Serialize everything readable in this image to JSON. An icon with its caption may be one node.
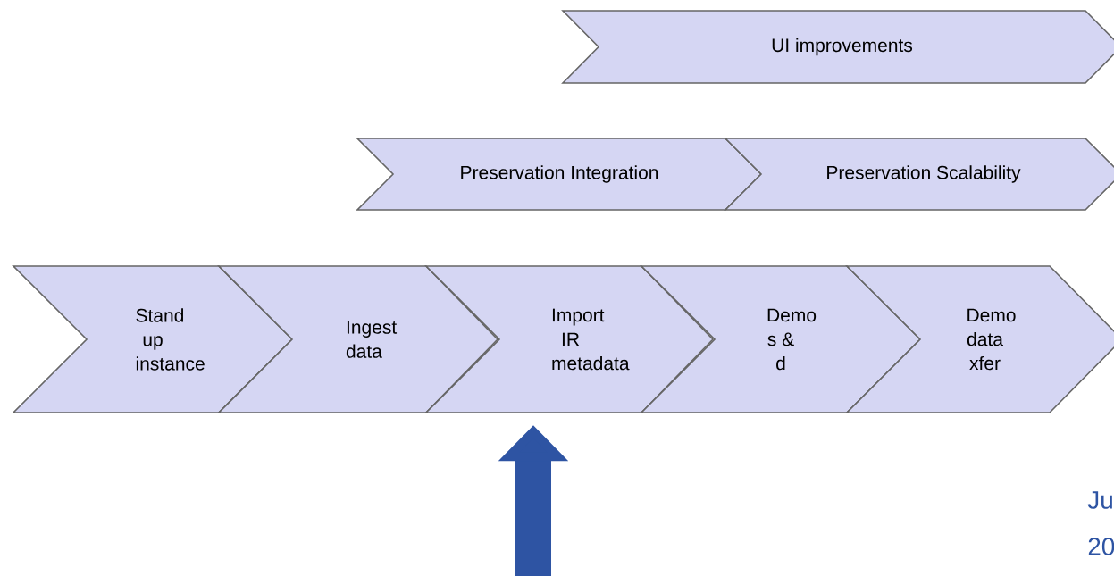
{
  "diagram": {
    "nodes": [
      {
        "text": [
          "UI improvements"
        ]
      },
      {
        "text": [
          "Preservation Integration"
        ]
      },
      {
        "text": [
          "Preservation Scalability"
        ]
      },
      {
        "text": [
          "Stand up instance"
        ]
      },
      {
        "text": [
          "Ingest data"
        ]
      },
      {
        "text": [
          "Import IR metadata"
        ]
      },
      {
        "text": [
          "Demo s & d"
        ]
      },
      {
        "text": [
          "Demo data xfer"
        ]
      }
    ],
    "edges": [
      {
        "from": null,
        "to": 5,
        "arrow": "to",
        "color": "#2e54a3"
      }
    ],
    "labels": [
      "Ju",
      "20"
    ]
  }
}
